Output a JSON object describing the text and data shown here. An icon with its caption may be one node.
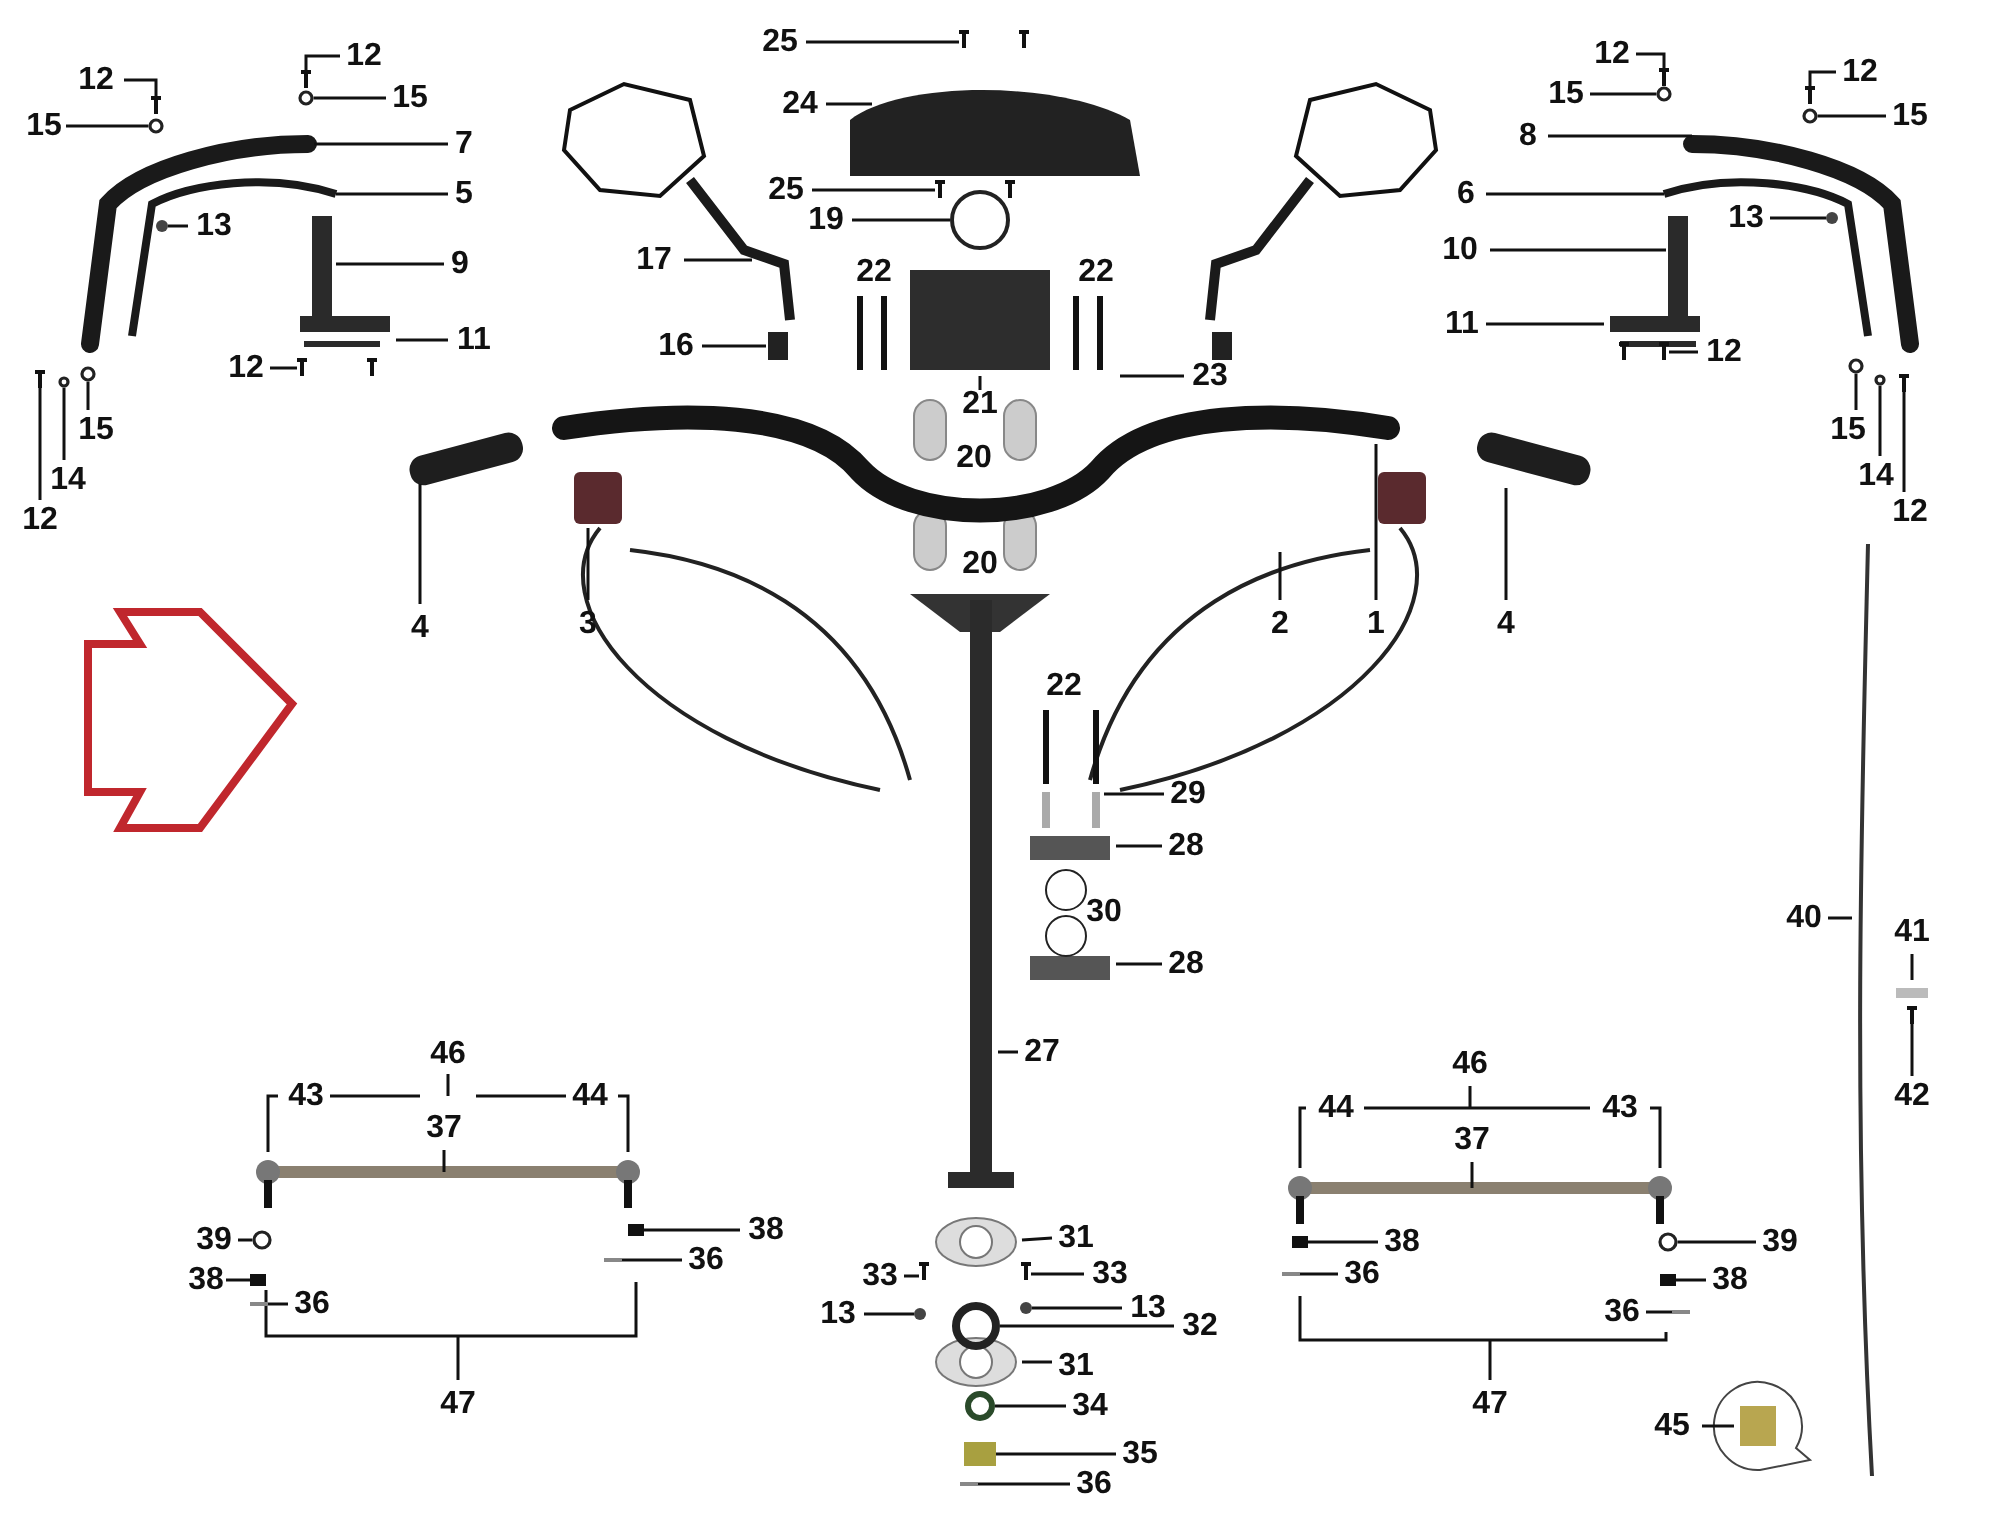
{
  "diagram": {
    "nodes": [
      {
        "text": [
          "12"
        ]
      },
      {
        "text": [
          "15"
        ]
      },
      {
        "text": [
          "12"
        ]
      },
      {
        "text": [
          "15"
        ]
      },
      {
        "text": [
          "7"
        ]
      },
      {
        "text": [
          "5"
        ]
      },
      {
        "text": [
          "13"
        ]
      },
      {
        "text": [
          "9"
        ]
      },
      {
        "text": [
          "11"
        ]
      },
      {
        "text": [
          "12"
        ]
      },
      {
        "text": [
          "15"
        ]
      },
      {
        "text": [
          "14"
        ]
      },
      {
        "text": [
          "12"
        ]
      },
      {
        "text": [
          "25"
        ]
      },
      {
        "text": [
          "24"
        ]
      },
      {
        "text": [
          "25"
        ]
      },
      {
        "text": [
          "19"
        ]
      },
      {
        "text": [
          "17"
        ]
      },
      {
        "text": [
          "16"
        ]
      },
      {
        "text": [
          "21"
        ]
      },
      {
        "text": [
          "23"
        ]
      },
      {
        "text": [
          "12"
        ]
      },
      {
        "text": [
          "15"
        ]
      },
      {
        "text": [
          "8"
        ]
      },
      {
        "text": [
          "12"
        ]
      },
      {
        "text": [
          "15"
        ]
      },
      {
        "text": [
          "6"
        ]
      },
      {
        "text": [
          "13"
        ]
      },
      {
        "text": [
          "10"
        ]
      },
      {
        "text": [
          "11"
        ]
      },
      {
        "text": [
          "12"
        ]
      },
      {
        "text": [
          "15"
        ]
      },
      {
        "text": [
          "14"
        ]
      },
      {
        "text": [
          "12"
        ]
      },
      {
        "text": [
          "4"
        ]
      },
      {
        "text": [
          "3"
        ]
      },
      {
        "text": [
          "2"
        ]
      },
      {
        "text": [
          "1"
        ]
      },
      {
        "text": [
          "4"
        ]
      },
      {
        "text": [
          "29"
        ]
      },
      {
        "text": [
          "28"
        ]
      },
      {
        "text": [
          "28"
        ]
      },
      {
        "text": [
          "27"
        ]
      },
      {
        "text": [
          "40"
        ]
      },
      {
        "text": [
          "41"
        ]
      },
      {
        "text": [
          "42"
        ]
      },
      {
        "text": [
          "43"
        ]
      },
      {
        "text": [
          "44"
        ]
      },
      {
        "text": [
          "37"
        ]
      },
      {
        "text": [
          "39"
        ]
      },
      {
        "text": [
          "38"
        ]
      },
      {
        "text": [
          "36"
        ]
      },
      {
        "text": [
          "38"
        ]
      },
      {
        "text": [
          "36"
        ]
      },
      {
        "text": [
          "31"
        ]
      },
      {
        "text": [
          "33"
        ]
      },
      {
        "text": [
          "33"
        ]
      },
      {
        "text": [
          "13"
        ]
      },
      {
        "text": [
          "13"
        ]
      },
      {
        "text": [
          "32"
        ]
      },
      {
        "text": [
          "31"
        ]
      },
      {
        "text": [
          "34"
        ]
      },
      {
        "text": [
          "35"
        ]
      },
      {
        "text": [
          "36"
        ]
      },
      {
        "text": [
          "44"
        ]
      },
      {
        "text": [
          "43"
        ]
      },
      {
        "text": [
          "37"
        ]
      },
      {
        "text": [
          "38"
        ]
      },
      {
        "text": [
          "36"
        ]
      },
      {
        "text": [
          "39"
        ]
      },
      {
        "text": [
          "38"
        ]
      },
      {
        "text": [
          "36"
        ]
      },
      {
        "text": [
          "45"
        ]
      },
      {
        "text": [],
        "shape": "picture"
      },
      {
        "text": [],
        "shape": "circle"
      },
      {
        "text": [],
        "shape": "picture"
      },
      {
        "text": [],
        "shape": "circle"
      },
      {
        "text": [],
        "shape": "circle"
      },
      {
        "text": [],
        "shape": "picture"
      },
      {
        "text": [],
        "shape": "circle"
      },
      {
        "text": [],
        "shape": "circle"
      },
      {
        "text": [],
        "shape": "picture"
      },
      {
        "text": [],
        "shape": "picture"
      },
      {
        "text": [],
        "shape": "circle"
      },
      {
        "text": [],
        "shape": "picture"
      },
      {
        "text": [],
        "shape": "circle"
      },
      {
        "text": [],
        "shape": "circle"
      },
      {
        "text": [],
        "shape": "picture"
      },
      {
        "text": [],
        "shape": "circle"
      },
      {
        "text": [],
        "shape": "circle"
      },
      {
        "text": [],
        "shape": "picture"
      },
      {
        "text": [],
        "shape": "picture"
      },
      {
        "text": [],
        "shape": "picture"
      },
      {
        "text": [],
        "shape": "circle"
      },
      {
        "text": [],
        "shape": "box"
      },
      {
        "text": [],
        "shape": "bar"
      },
      {
        "text": [],
        "shape": "box"
      },
      {
        "text": [],
        "shape": "bar"
      },
      {
        "text": [],
        "shape": "picture"
      },
      {
        "text": [],
        "shape": "picture"
      },
      {
        "text": [],
        "shape": "circle"
      },
      {
        "text": [],
        "shape": "circle"
      },
      {
        "text": [],
        "shape": "bar"
      },
      {
        "text": [],
        "shape": "box"
      },
      {
        "text": [],
        "shape": "bar"
      },
      {
        "text": [],
        "shape": "circle"
      },
      {
        "text": [],
        "shape": "box"
      },
      {
        "text": [],
        "shape": "bar"
      },
      {
        "text": [],
        "shape": "picture"
      },
      {
        "text": [],
        "shape": "circle"
      },
      {
        "text": [],
        "shape": "circle"
      },
      {
        "text": [],
        "shape": "box"
      },
      {
        "text": [],
        "shape": "circle"
      }
    ],
    "edges": [
      {
        "from": 0,
        "to": 73,
        "arrow": "none"
      },
      {
        "from": 1,
        "to": 74,
        "arrow": "none"
      },
      {
        "from": 2,
        "to": 75,
        "arrow": "none"
      },
      {
        "from": 3,
        "to": 76,
        "arrow": "none"
      },
      {
        "from": 4,
        "to": null,
        "arrow": "none"
      },
      {
        "from": 5,
        "to": null,
        "arrow": "none"
      },
      {
        "from": 6,
        "to": 77,
        "arrow": "none"
      },
      {
        "from": 7,
        "to": null,
        "arrow": "none"
      },
      {
        "from": 8,
        "to": null,
        "arrow": "none"
      },
      {
        "from": 9,
        "to": 78,
        "arrow": "none"
      },
      {
        "from": 10,
        "to": 79,
        "arrow": "none"
      },
      {
        "from": 11,
        "to": 80,
        "arrow": "none"
      },
      {
        "from": 12,
        "to": 81,
        "arrow": "none"
      },
      {
        "from": 13,
        "to": 91,
        "arrow": "none"
      },
      {
        "from": 14,
        "to": null,
        "arrow": "none"
      },
      {
        "from": 15,
        "to": 92,
        "arrow": "none"
      },
      {
        "from": 16,
        "to": 109,
        "arrow": "none"
      },
      {
        "from": 17,
        "to": null,
        "arrow": "none"
      },
      {
        "from": 18,
        "to": null,
        "arrow": "none"
      },
      {
        "from": 19,
        "to": null,
        "arrow": "none"
      },
      {
        "from": 20,
        "to": null,
        "arrow": "none"
      },
      {
        "from": 21,
        "to": 82,
        "arrow": "none"
      },
      {
        "from": 22,
        "to": 83,
        "arrow": "none"
      },
      {
        "from": 23,
        "to": null,
        "arrow": "none"
      },
      {
        "from": 24,
        "to": 84,
        "arrow": "none"
      },
      {
        "from": 25,
        "to": 85,
        "arrow": "none"
      },
      {
        "from": 26,
        "to": null,
        "arrow": "none"
      },
      {
        "from": 27,
        "to": 86,
        "arrow": "none"
      },
      {
        "from": 28,
        "to": null,
        "arrow": "none"
      },
      {
        "from": 29,
        "to": null,
        "arrow": "none"
      },
      {
        "from": 30,
        "to": 87,
        "arrow": "none"
      },
      {
        "from": 31,
        "to": 88,
        "arrow": "none"
      },
      {
        "from": 32,
        "to": 89,
        "arrow": "none"
      },
      {
        "from": 33,
        "to": 90,
        "arrow": "none"
      },
      {
        "from": 34,
        "to": null,
        "arrow": "none"
      },
      {
        "from": 35,
        "to": null,
        "arrow": "none"
      },
      {
        "from": 36,
        "to": null,
        "arrow": "none"
      },
      {
        "from": 37,
        "to": null,
        "arrow": "none"
      },
      {
        "from": 38,
        "to": null,
        "arrow": "none"
      },
      {
        "from": 39,
        "to": null,
        "arrow": "none"
      },
      {
        "from": 40,
        "to": null,
        "arrow": "none"
      },
      {
        "from": 41,
        "to": null,
        "arrow": "none"
      },
      {
        "from": 42,
        "to": null,
        "arrow": "none"
      },
      {
        "from": 43,
        "to": null,
        "arrow": "none"
      },
      {
        "from": 44,
        "to": null,
        "arrow": "none"
      },
      {
        "from": 45,
        "to": 108,
        "arrow": "none"
      },
      {
        "from": 46,
        "to": null,
        "arrow": "none"
      },
      {
        "from": 47,
        "to": null,
        "arrow": "none"
      },
      {
        "from": 48,
        "to": null,
        "arrow": "none"
      },
      {
        "from": 49,
        "to": 93,
        "arrow": "none"
      },
      {
        "from": 50,
        "to": 94,
        "arrow": "none"
      },
      {
        "from": 51,
        "to": 95,
        "arrow": "none"
      },
      {
        "from": 52,
        "to": 96,
        "arrow": "none"
      },
      {
        "from": 53,
        "to": 97,
        "arrow": "none"
      },
      {
        "from": 54,
        "to": null,
        "arrow": "none"
      },
      {
        "from": 55,
        "to": 98,
        "arrow": "none"
      },
      {
        "from": 56,
        "to": 99,
        "arrow": "none"
      },
      {
        "from": 57,
        "to": 100,
        "arrow": "none"
      },
      {
        "from": 58,
        "to": 101,
        "arrow": "none"
      },
      {
        "from": 59,
        "to": 110,
        "arrow": "none"
      },
      {
        "from": 60,
        "to": null,
        "arrow": "none"
      },
      {
        "from": 61,
        "to": 112,
        "arrow": "none"
      },
      {
        "from": 62,
        "to": 111,
        "arrow": "none"
      },
      {
        "from": 63,
        "to": 102,
        "arrow": "none"
      },
      {
        "from": 64,
        "to": null,
        "arrow": "none"
      },
      {
        "from": 65,
        "to": null,
        "arrow": "none"
      },
      {
        "from": 66,
        "to": null,
        "arrow": "none"
      },
      {
        "from": 67,
        "to": 103,
        "arrow": "none"
      },
      {
        "from": 68,
        "to": 104,
        "arrow": "none"
      },
      {
        "from": 69,
        "to": 105,
        "arrow": "none"
      },
      {
        "from": 70,
        "to": 106,
        "arrow": "none"
      },
      {
        "from": 71,
        "to": 107,
        "arrow": "none"
      },
      {
        "from": 72,
        "to": null,
        "arrow": "none"
      }
    ],
    "labels": [
      "22",
      "22",
      "20",
      "20",
      "22",
      "30",
      "46",
      "47",
      "46",
      "47"
    ]
  }
}
